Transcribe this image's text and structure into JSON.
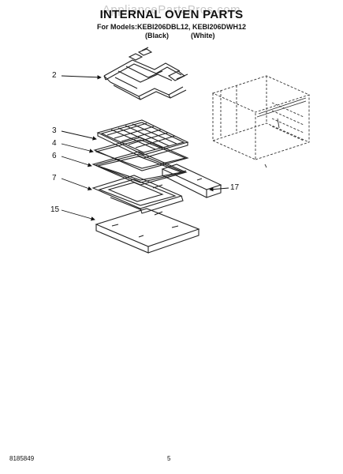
{
  "watermark": "AppliancePartsPros.com",
  "header": {
    "title": "INTERNAL OVEN PARTS",
    "models_line": "For Models:KEBI206DBL12, KEBI206DWH12",
    "variant_black": "(Black)",
    "variant_white": "(White)"
  },
  "callouts": [
    "2",
    "3",
    "4",
    "6",
    "7",
    "15",
    "17"
  ],
  "footer": {
    "part_number": "8185849",
    "page": "5"
  }
}
